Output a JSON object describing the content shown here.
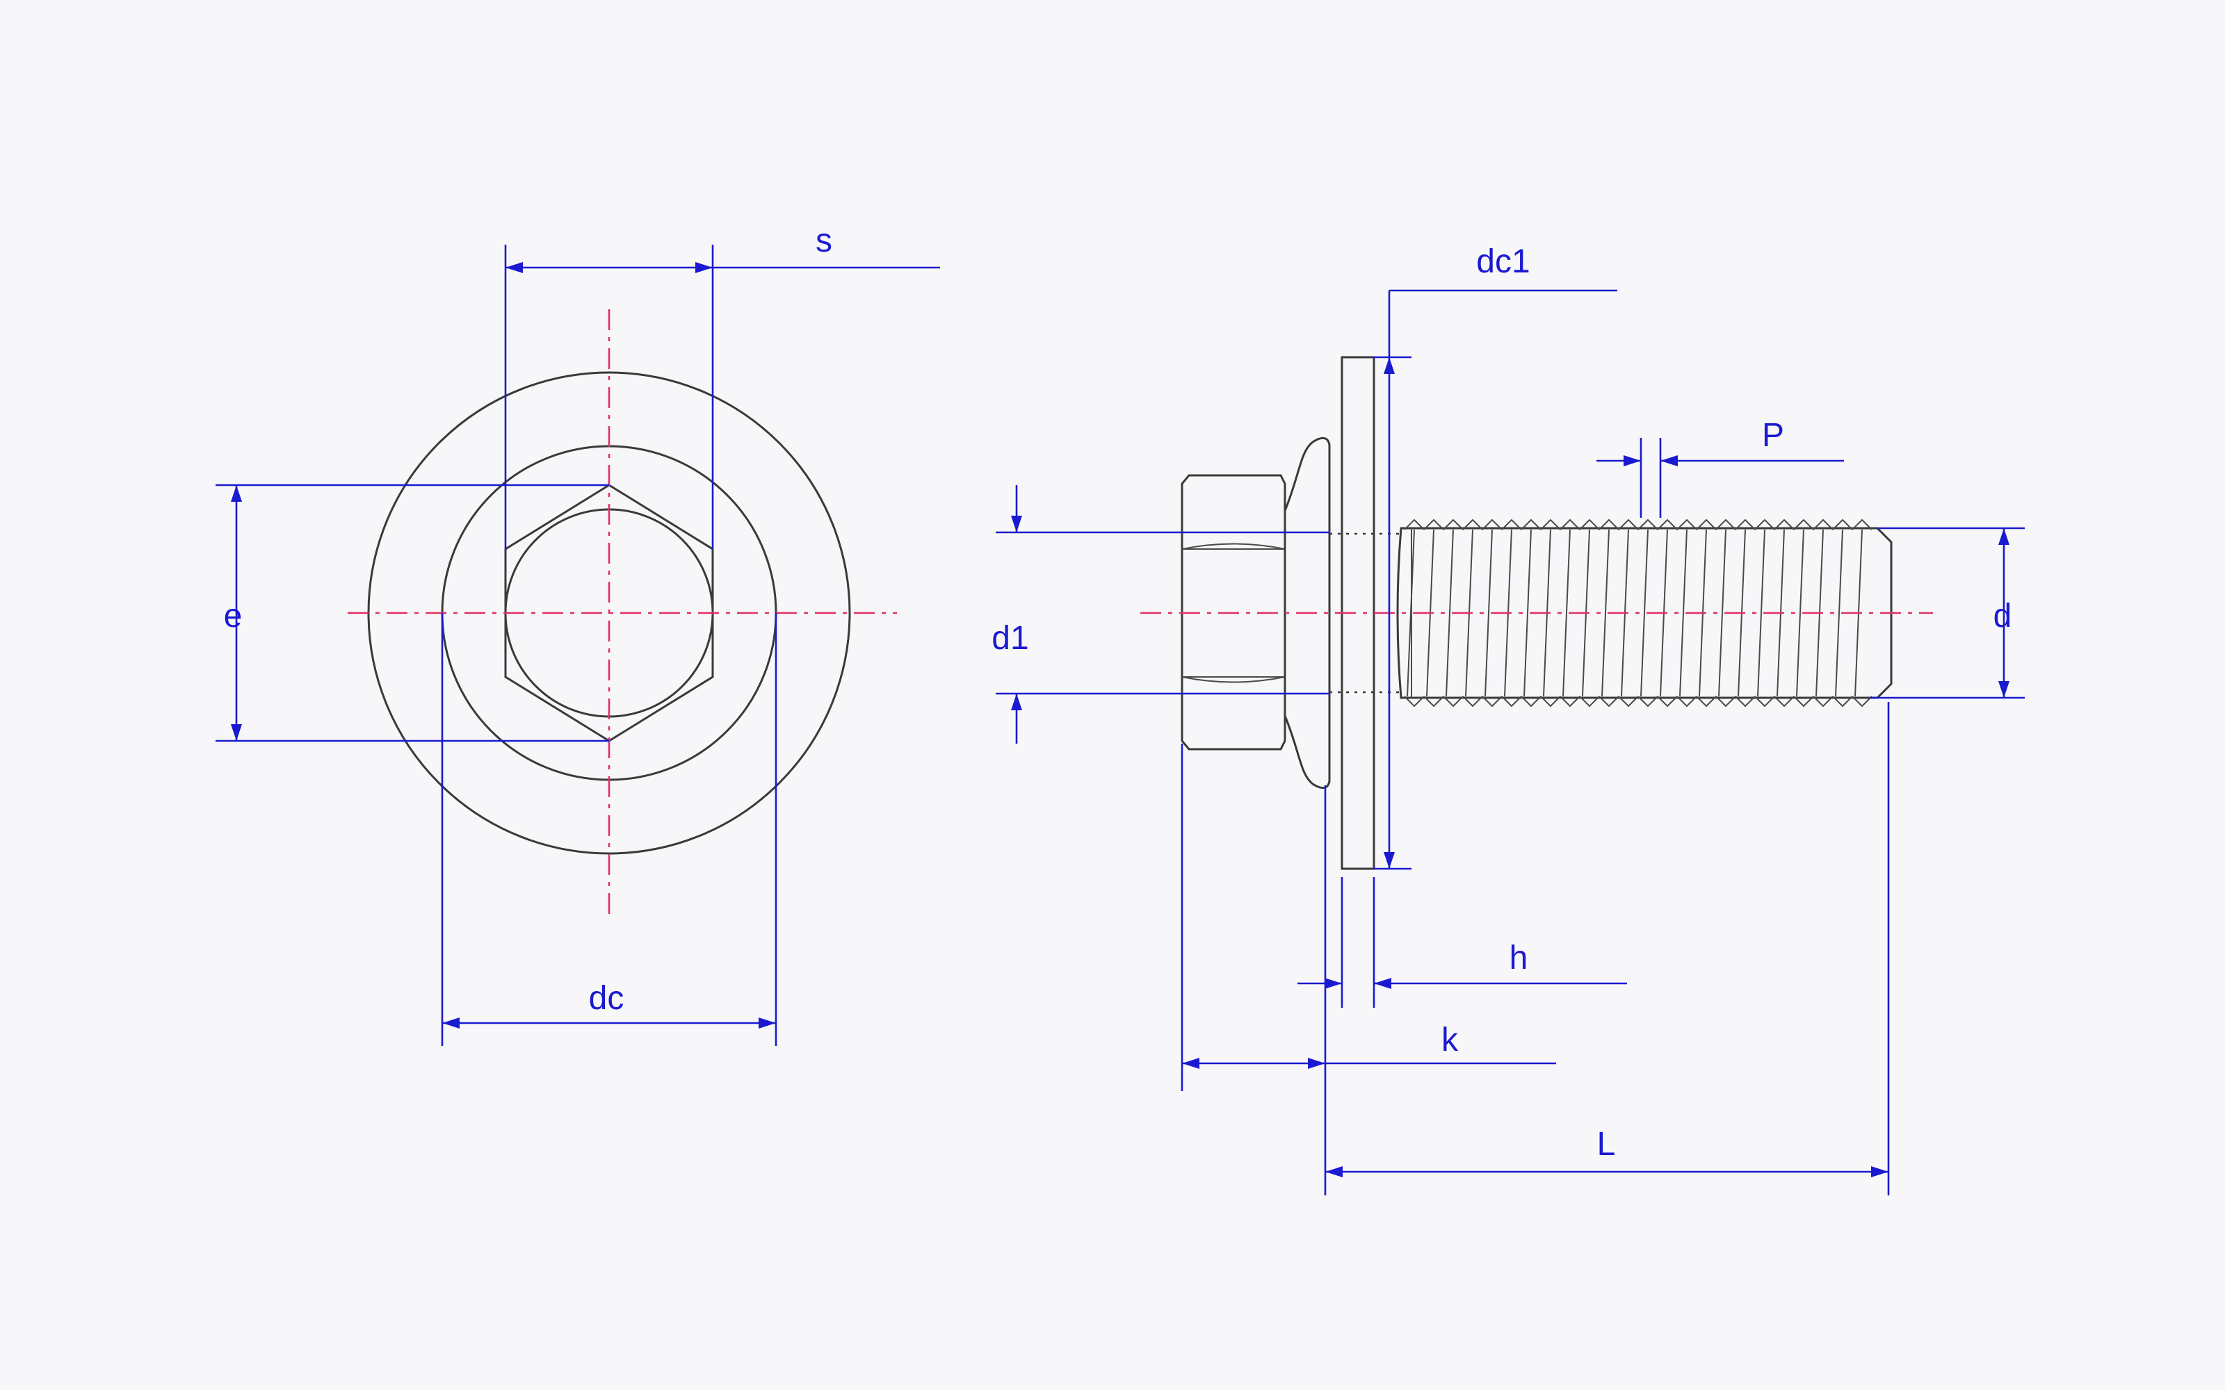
{
  "colors": {
    "outline": "#3a3a3a",
    "centerline": "#e0306a",
    "dimension": "#1a1ad0",
    "background": "#f7f7f9"
  },
  "labels": {
    "s": "s",
    "e": "e",
    "dc": "dc",
    "dc1": "dc1",
    "p": "P",
    "d1": "d1",
    "d": "d",
    "h": "h",
    "k": "k",
    "L": "L"
  }
}
